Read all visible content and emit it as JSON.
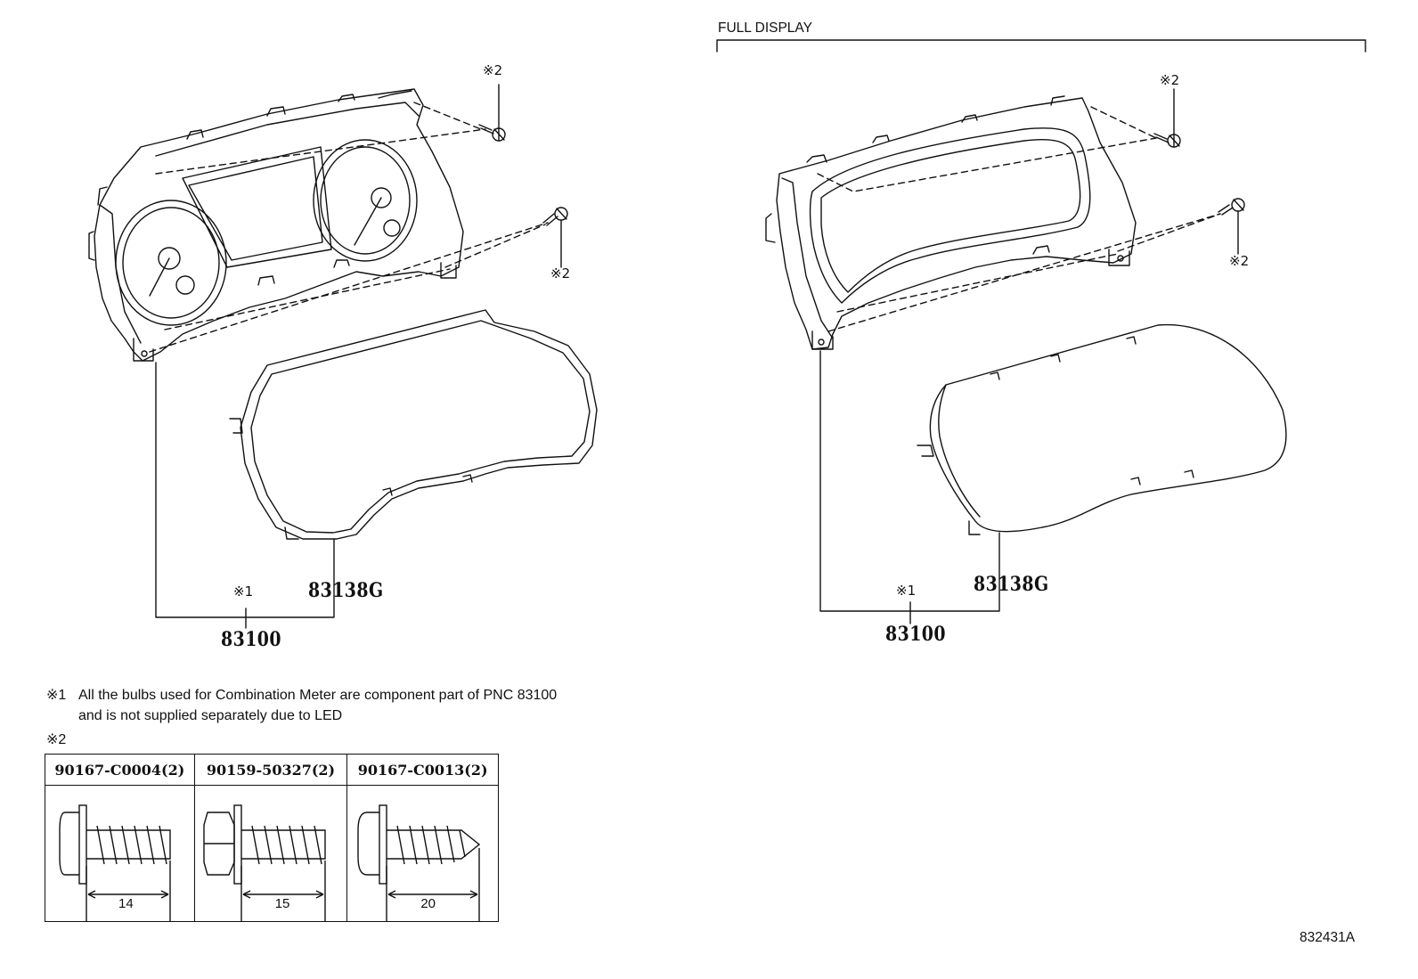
{
  "left": {
    "callout_top": "※2",
    "callout_right": "※2",
    "callout_assy": "※1",
    "pn_cover": "83138G",
    "pn_meter": "83100"
  },
  "right": {
    "section_title": "FULL DISPLAY",
    "callout_top": "※2",
    "callout_right": "※2",
    "callout_assy": "※1",
    "pn_cover": "83138G",
    "pn_meter": "83100"
  },
  "notes": {
    "note1_mark": "※1",
    "note1_line1": "All the bulbs used for Combination Meter are component part of PNC 83100",
    "note1_line2": "and is not supplied separately due to LED",
    "note2_mark": "※2"
  },
  "fasteners": [
    {
      "part": "90167-C0004(2)",
      "length": "14"
    },
    {
      "part": "90159-50327(2)",
      "length": "15"
    },
    {
      "part": "90167-C0013(2)",
      "length": "20"
    }
  ],
  "figure_id": "832431A"
}
